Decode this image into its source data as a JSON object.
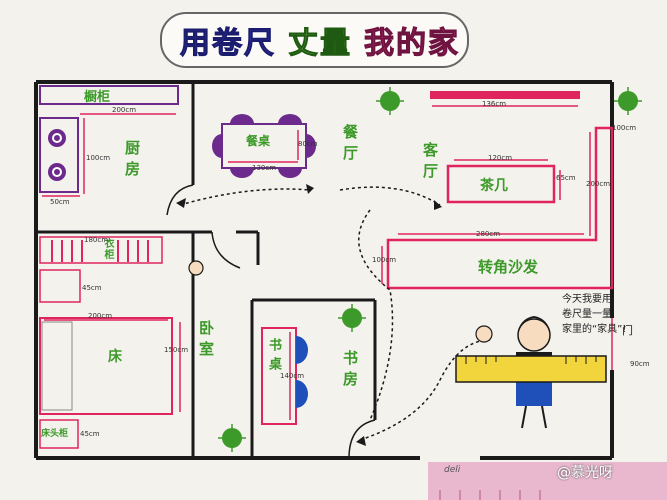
{
  "title": {
    "part1": "用卷尺",
    "part2": "丈量",
    "part3": "我的家"
  },
  "rooms": {
    "kitchen": "厨房",
    "dining": "餐厅",
    "living": "客厅",
    "bedroom": "卧室",
    "study": "书房"
  },
  "furniture": {
    "cabinet": "橱柜",
    "dining_table": "餐桌",
    "tea_table": "茶几",
    "corner_sofa": "转角沙发",
    "bed": "床",
    "nightstand": "床头柜",
    "desk": "书桌",
    "wardrobe": "衣柜",
    "tv_cabinet_label": "",
    "door": "门"
  },
  "measurements": {
    "cabinet_width": "200cm",
    "kitchen_depth": "100cm",
    "stove_width": "50cm",
    "table_width": "130cm",
    "table_depth": "80cm",
    "tv_width": "136cm",
    "sofa_side": "100cm",
    "tea_width": "120cm",
    "tea_depth": "65cm",
    "sofa_depth": "200cm",
    "sofa_length": "280cm",
    "sofa_arm": "100cm",
    "wardrobe_width": "180cm",
    "drawer_height": "45cm",
    "bed_length": "200cm",
    "bed_width": "150cm",
    "nightstand_height": "45cm",
    "desk_length": "140cm",
    "door_width": "90cm"
  },
  "note": {
    "line1": "今天我要用",
    "line2": "卷尺量一量",
    "line3": "家里的“家具”!"
  },
  "ruler_text": "deli",
  "watermark": "@慕光呀",
  "colors": {
    "wall": "#1a1a1a",
    "accent": "#e0245e",
    "green": "#3d9a2a",
    "purple": "#6b2a8c",
    "blue": "#1f4fb8"
  }
}
